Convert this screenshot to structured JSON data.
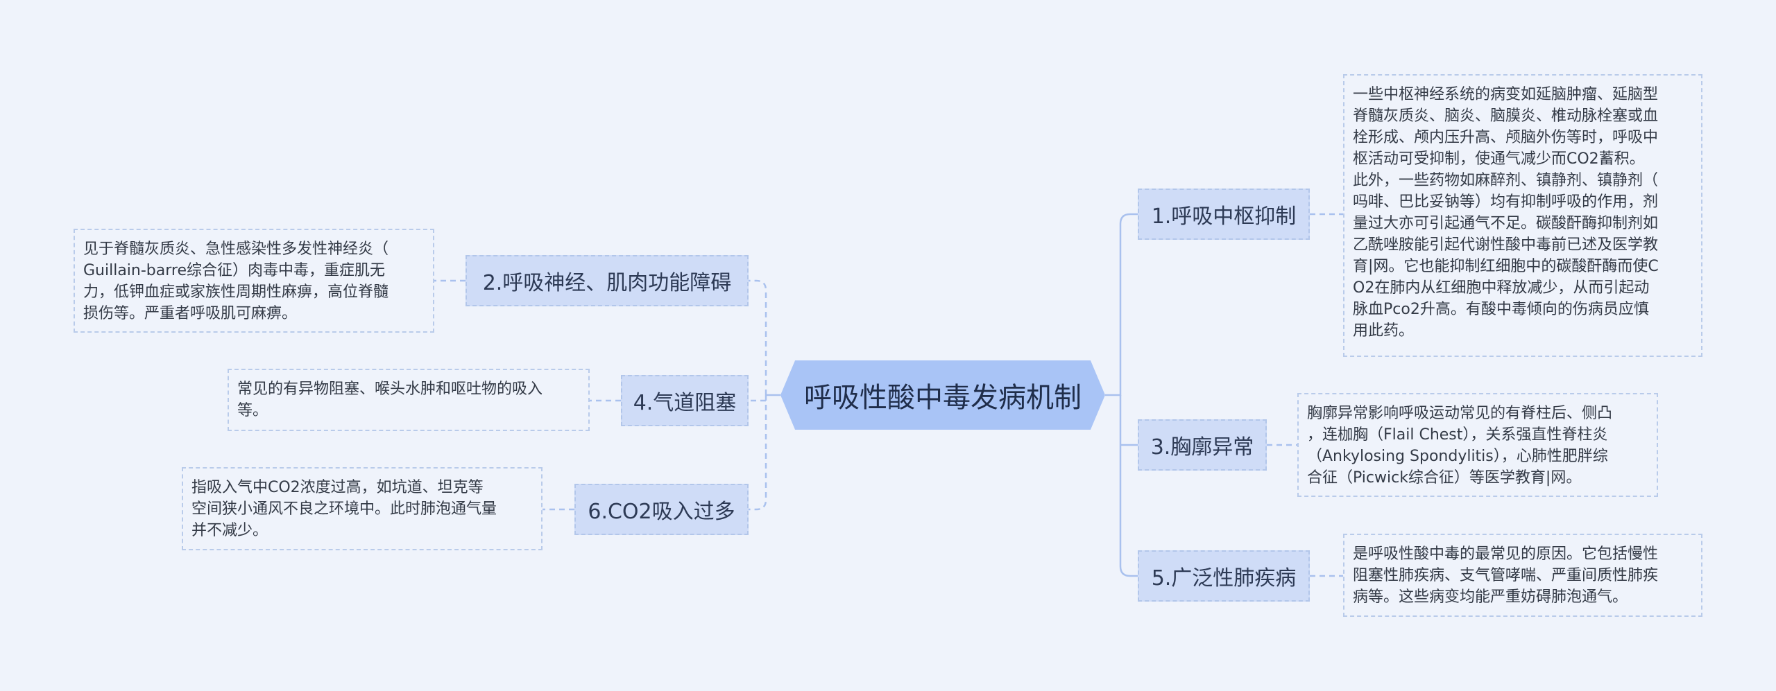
{
  "center": {
    "label": "呼吸性酸中毒发病机制"
  },
  "branches": [
    {
      "id": "b1",
      "label": "1.呼吸中枢抑制",
      "detail": "一些中枢神经系统的病变如延脑肿瘤、延脑型\n脊髓灰质炎、脑炎、脑膜炎、椎动脉栓塞或血\n栓形成、颅内压升高、颅脑外伤等时，呼吸中\n枢活动可受抑制，使通气减少而CO2蓄积。\n此外，一些药物如麻醉剂、镇静剂、镇静剂（\n吗啡、巴比妥钠等）均有抑制呼吸的作用，剂\n量过大亦可引起通气不足。碳酸酐酶抑制剂如\n乙酰唑胺能引起代谢性酸中毒前已述及医学教\n育|网。它也能抑制红细胞中的碳酸酐酶而使C\nO2在肺内从红细胞中释放减少，从而引起动\n脉血Pco2升高。有酸中毒倾向的伤病员应慎\n用此药。"
    },
    {
      "id": "b2",
      "label": "2.呼吸神经、肌肉功能障碍",
      "detail": "见于脊髓灰质炎、急性感染性多发性神经炎（\nGuillain-barre综合征）肉毒中毒，重症肌无\n力，低钾血症或家族性周期性麻痹，高位脊髓\n损伤等。严重者呼吸肌可麻痹。"
    },
    {
      "id": "b3",
      "label": "3.胸廓异常",
      "detail": "胸廓异常影响呼吸运动常见的有脊柱后、侧凸\n，连枷胸（Flail Chest），关系强直性脊柱炎\n（Ankylosing Spondylitis），心肺性肥胖综\n合征（Picwick综合征）等医学教育|网。"
    },
    {
      "id": "b4",
      "label": "4.气道阻塞",
      "detail": "常见的有异物阻塞、喉头水肿和呕吐物的吸入\n等。"
    },
    {
      "id": "b5",
      "label": "5.广泛性肺疾病",
      "detail": "是呼吸性酸中毒的最常见的原因。它包括慢性\n阻塞性肺疾病、支气管哮喘、严重间质性肺疾\n病等。这些病变均能严重妨碍肺泡通气。"
    },
    {
      "id": "b6",
      "label": "6.CO2吸入过多",
      "detail": "指吸入气中CO2浓度过高，如坑道、坦克等\n空间狭小通风不良之环境中。此时肺泡通气量\n并不减少。"
    }
  ],
  "colors": {
    "background": "#eff3fb",
    "center_fill": "#a9c4f6",
    "branch_fill": "#cfdcf7",
    "line": "#a9c1ee"
  }
}
